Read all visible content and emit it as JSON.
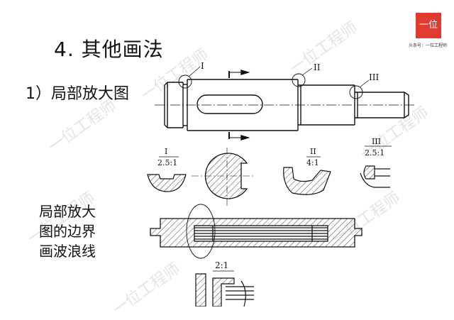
{
  "slide": {
    "title": "4. 其他画法",
    "subtitle": "1）局部放大图",
    "note_lines": [
      "局部放大",
      "图的边界",
      "画波浪线"
    ]
  },
  "logo": {
    "mark": "一位",
    "caption": "头条号：一位工程师"
  },
  "watermark": "一位工程师",
  "labels": {
    "top_I": "I",
    "top_II": "II",
    "top_III": "III",
    "det_I_num": "I",
    "det_I_scale": "2.5:1",
    "det_II_num": "II",
    "det_II_scale": "4:1",
    "det_III_num": "III",
    "det_III_scale": "2.5:1",
    "bottom_scale": "2:1"
  },
  "colors": {
    "brand": "#e03b2e",
    "line": "#111111",
    "watermark": "#cfcfcf"
  }
}
